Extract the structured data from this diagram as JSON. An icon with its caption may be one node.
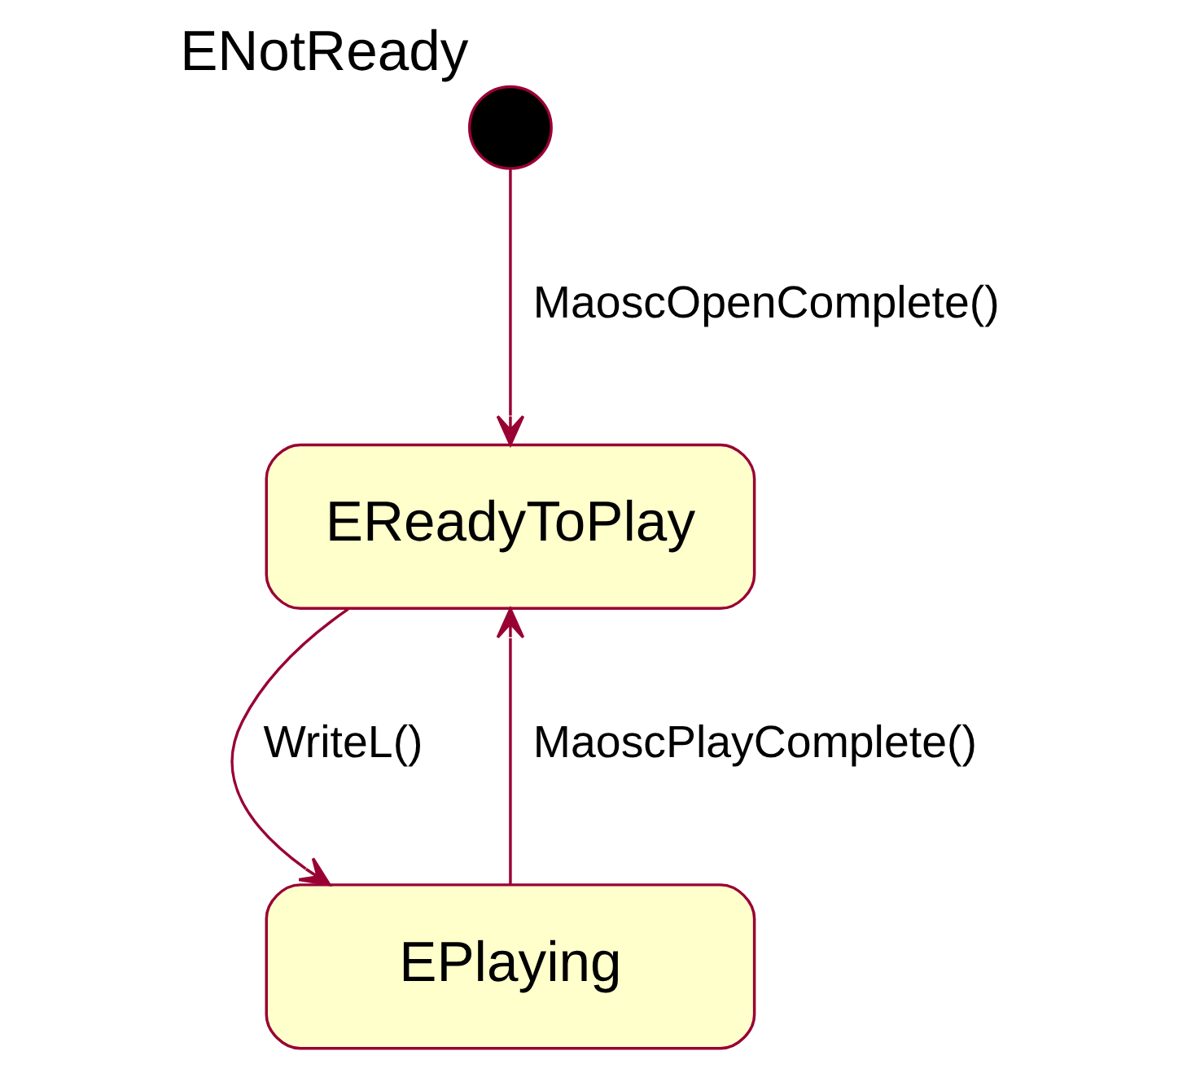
{
  "diagram": {
    "nodes": [
      {
        "text": [
          "ENotReady"
        ]
      },
      {
        "text": [
          "EReadyToPlay"
        ]
      },
      {
        "text": [
          "EPlaying"
        ]
      }
    ],
    "edges": [
      {
        "from": 0,
        "to": 1,
        "arrow": "to",
        "label": "MaoscOpenComplete()"
      },
      {
        "from": 1,
        "to": 2,
        "arrow": "to",
        "label": "WriteL()"
      },
      {
        "from": 2,
        "to": 1,
        "arrow": "to",
        "label": "MaoscPlayComplete()"
      }
    ]
  }
}
